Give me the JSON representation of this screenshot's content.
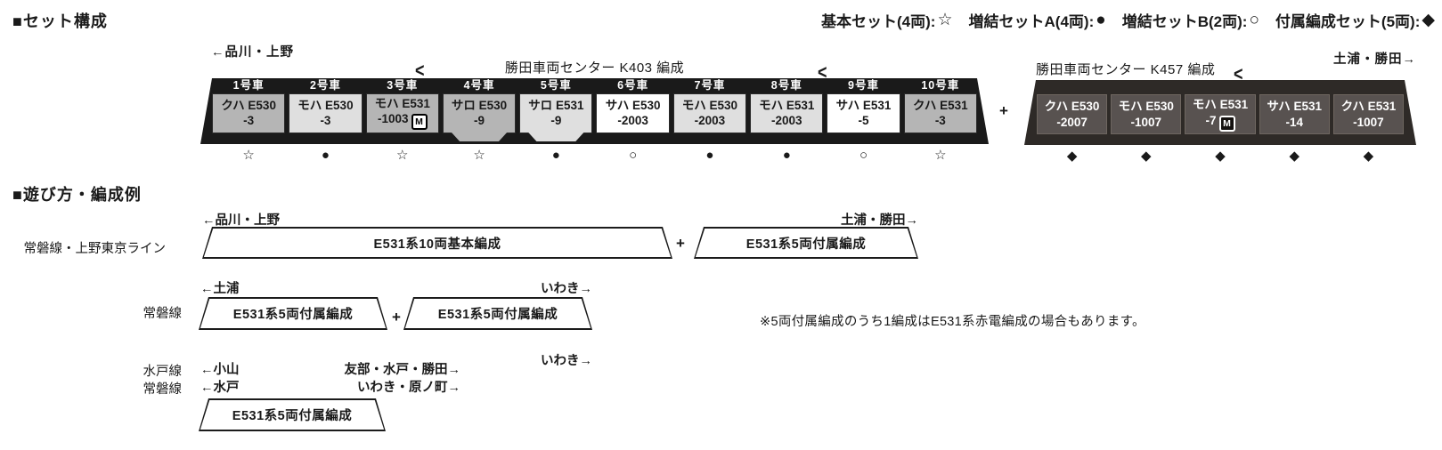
{
  "colors": {
    "train-body": "#1a1a1a",
    "set-basic": "#b5b5b5",
    "set-addA": "#dfdfdf",
    "set-addB": "#ffffff",
    "att-body": "#2e2a27",
    "att-box": "#585250"
  },
  "titles": {
    "set_composition": "■セット構成",
    "play_examples": "■遊び方・編成例"
  },
  "legend": {
    "items": [
      {
        "label": "基本セット(4両):",
        "symbol": "☆"
      },
      {
        "label": "増結セットA(4両):",
        "symbol": "●"
      },
      {
        "label": "増結セットB(2両):",
        "symbol": "○"
      },
      {
        "label": "付属編成セット(5両):",
        "symbol": "◆"
      }
    ]
  },
  "diagram": {
    "direction_left": "←品川・上野",
    "direction_right": "土浦・勝田→",
    "pantograph_mark": "<",
    "plus": "+",
    "motor_badge": "M",
    "basic_set": {
      "depot_label": "勝田車両センター K403 編成",
      "cars": [
        {
          "number": "1号車",
          "name": "クハ E530",
          "sub": "-3",
          "symbol": "☆"
        },
        {
          "number": "2号車",
          "name": "モハ E530",
          "sub": "-3",
          "symbol": "●"
        },
        {
          "number": "3号車",
          "name": "モハ E531",
          "sub": "-1003",
          "symbol": "☆"
        },
        {
          "number": "4号車",
          "name": "サロ E530",
          "sub": "-9",
          "symbol": "☆"
        },
        {
          "number": "5号車",
          "name": "サロ E531",
          "sub": "-9",
          "symbol": "●"
        },
        {
          "number": "6号車",
          "name": "サハ E530",
          "sub": "-2003",
          "symbol": "○"
        },
        {
          "number": "7号車",
          "name": "モハ E530",
          "sub": "-2003",
          "symbol": "●"
        },
        {
          "number": "8号車",
          "name": "モハ E531",
          "sub": "-2003",
          "symbol": "●"
        },
        {
          "number": "9号車",
          "name": "サハ E531",
          "sub": "-5",
          "symbol": "○"
        },
        {
          "number": "10号車",
          "name": "クハ E531",
          "sub": "-3",
          "symbol": "☆"
        }
      ]
    },
    "attached_set": {
      "depot_label": "勝田車両センター K457 編成",
      "cars": [
        {
          "name": "クハ E530",
          "sub": "-2007",
          "symbol": "◆"
        },
        {
          "name": "モハ E530",
          "sub": "-1007",
          "symbol": "◆"
        },
        {
          "name": "モハ E531",
          "sub": "-7",
          "symbol": "◆"
        },
        {
          "name": "サハ E531",
          "sub": "-14",
          "symbol": "◆"
        },
        {
          "name": "クハ E531",
          "sub": "-1007",
          "symbol": "◆"
        }
      ]
    }
  },
  "examples": {
    "row1": {
      "line_label": "常磐線・上野東京ライン",
      "dir_left": "←品川・上野",
      "dir_right": "土浦・勝田→",
      "box1": "E531系10両基本編成",
      "joiner": "+",
      "box2": "E531系5両付属編成"
    },
    "row2": {
      "line_label": "常磐線",
      "dir_left": "←土浦",
      "dir_right": "いわき→",
      "box1": "E531系5両付属編成",
      "joiner": "+",
      "box2": "E531系5両付属編成",
      "note": "※5両付属編成のうち1編成はE531系赤電編成の場合もあります。"
    },
    "row3": {
      "line_label_1": "水戸線",
      "line_label_2": "常磐線",
      "dir_left_1": "←小山",
      "dir_right_1": "友部・水戸・勝田→",
      "dir_left_2": "←水戸",
      "dir_right_2": "いわき・原ノ町→",
      "dir_far_right": "いわき→",
      "box1": "E531系5両付属編成"
    }
  }
}
